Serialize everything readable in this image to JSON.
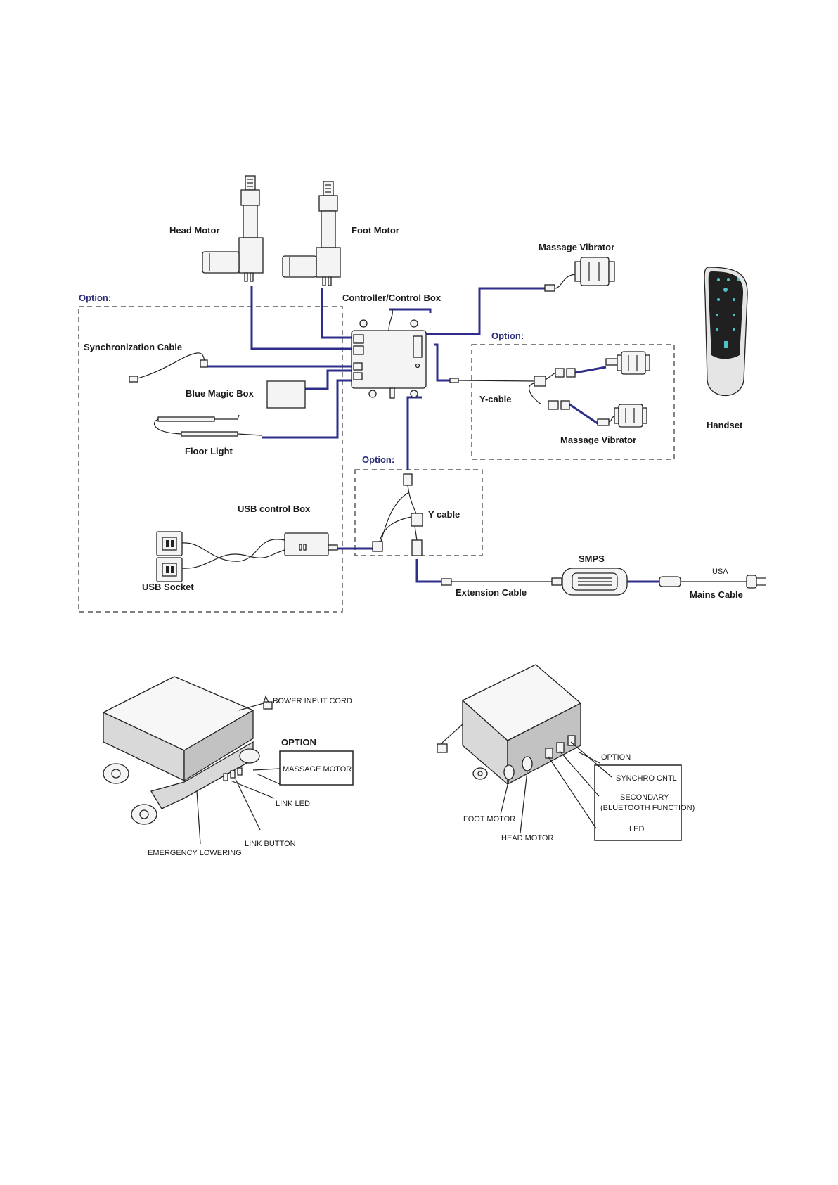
{
  "wiring": {
    "head_motor": "Head Motor",
    "foot_motor": "Foot Motor",
    "massage_vibrator_top": "Massage Vibrator",
    "controller": "Controller/Control Box",
    "option_left": "Option:",
    "option_right": "Option:",
    "option_bottom": "Option:",
    "sync_cable": "Synchronization Cable",
    "blue_magic_box": "Blue Magic Box",
    "floor_light": "Floor Light",
    "usb_control_box": "USB control Box",
    "usb_socket": "USB Socket",
    "y_cable_right": "Y-cable",
    "massage_vibrator_bottom": "Massage Vibrator",
    "handset": "Handset",
    "y_cable_bottom": "Y cable",
    "smps": "SMPS",
    "extension_cable": "Extension Cable",
    "usa": "USA",
    "mains_cable": "Mains Cable"
  },
  "box_left": {
    "power_input_cord": "POWER INPUT CORD",
    "option": "OPTION",
    "massage_motor": "MASSAGE MOTOR",
    "link_led": "LINK LED",
    "link_button": "LINK BUTTON",
    "emergency_lowering": "EMERGENCY LOWERING"
  },
  "box_right": {
    "option": "OPTION",
    "synchro_cntl": "SYNCHRO CNTL",
    "secondary_1": "SECONDARY",
    "secondary_2": "(BLUETOOTH FUNCTION)",
    "led": "LED",
    "foot_motor": "FOOT MOTOR",
    "head_motor": "HEAD MOTOR"
  },
  "colors": {
    "wire": "#2e2e8a",
    "option_text": "#2b2f7a"
  }
}
